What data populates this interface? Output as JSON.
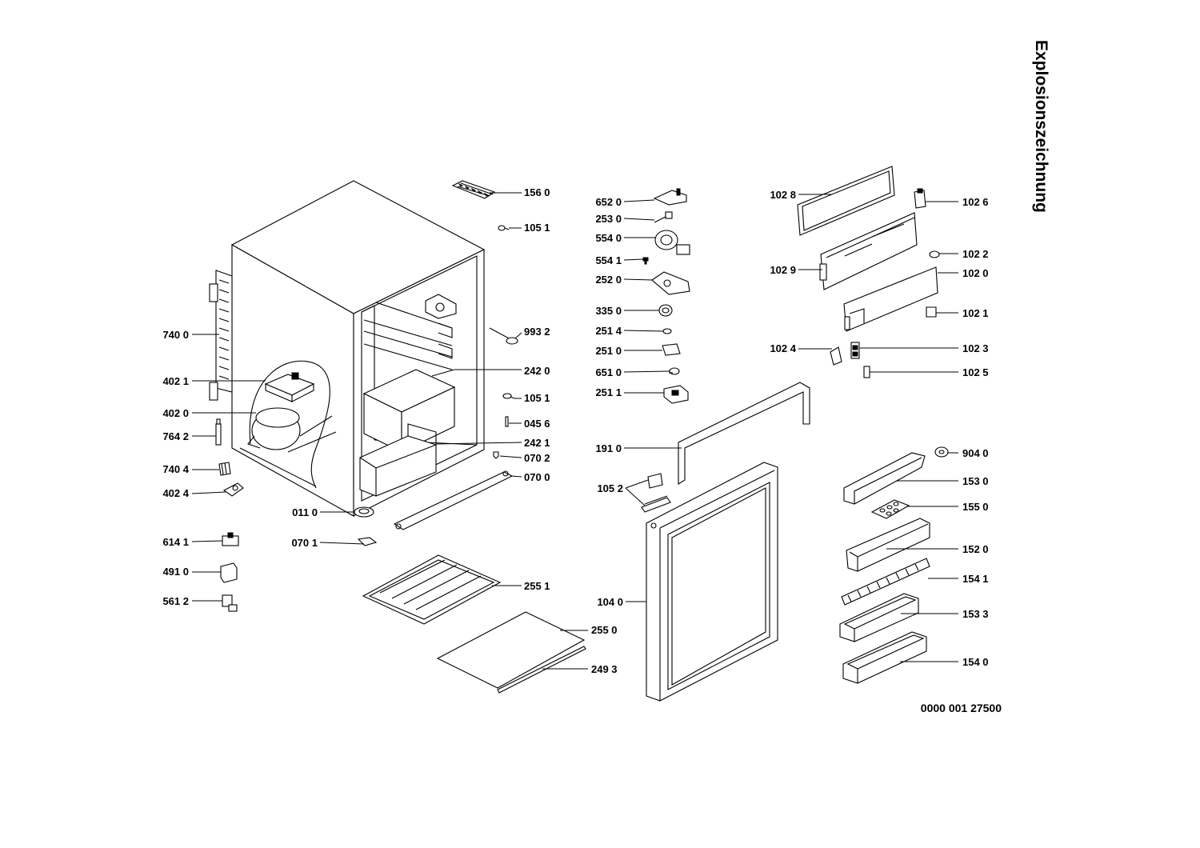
{
  "title": "Explosionszeichnung",
  "document_number": "0000 001 27500",
  "parts": [
    {
      "id": "p1560",
      "label": "156 0"
    },
    {
      "id": "p1051a",
      "label": "105 1"
    },
    {
      "id": "p7400",
      "label": "740 0"
    },
    {
      "id": "p9932",
      "label": "993 2"
    },
    {
      "id": "p4021",
      "label": "402 1"
    },
    {
      "id": "p2420",
      "label": "242 0"
    },
    {
      "id": "p4020",
      "label": "402 0"
    },
    {
      "id": "p1051b",
      "label": "105 1"
    },
    {
      "id": "p7642",
      "label": "764 2"
    },
    {
      "id": "p0456",
      "label": "045 6"
    },
    {
      "id": "p2421",
      "label": "242 1"
    },
    {
      "id": "p7404",
      "label": "740 4"
    },
    {
      "id": "p0702",
      "label": "070 2"
    },
    {
      "id": "p0700",
      "label": "070 0"
    },
    {
      "id": "p4024",
      "label": "402 4"
    },
    {
      "id": "p0110",
      "label": "011 0"
    },
    {
      "id": "p6141",
      "label": "614 1"
    },
    {
      "id": "p0701",
      "label": "070 1"
    },
    {
      "id": "p4910",
      "label": "491 0"
    },
    {
      "id": "p2551",
      "label": "255 1"
    },
    {
      "id": "p5612",
      "label": "561 2"
    },
    {
      "id": "p2550",
      "label": "255 0"
    },
    {
      "id": "p2493",
      "label": "249 3"
    },
    {
      "id": "p6520",
      "label": "652 0"
    },
    {
      "id": "p2530",
      "label": "253 0"
    },
    {
      "id": "p5540",
      "label": "554 0"
    },
    {
      "id": "p5541",
      "label": "554 1"
    },
    {
      "id": "p2520",
      "label": "252 0"
    },
    {
      "id": "p3350",
      "label": "335 0"
    },
    {
      "id": "p2514",
      "label": "251 4"
    },
    {
      "id": "p2510",
      "label": "251 0"
    },
    {
      "id": "p6510",
      "label": "651 0"
    },
    {
      "id": "p2511",
      "label": "251 1"
    },
    {
      "id": "p1910",
      "label": "191 0"
    },
    {
      "id": "p1052",
      "label": "105 2"
    },
    {
      "id": "p1040",
      "label": "104 0"
    },
    {
      "id": "p1028",
      "label": "102 8"
    },
    {
      "id": "p1026",
      "label": "102 6"
    },
    {
      "id": "p1022",
      "label": "102 2"
    },
    {
      "id": "p1029",
      "label": "102 9"
    },
    {
      "id": "p1020",
      "label": "102 0"
    },
    {
      "id": "p1021",
      "label": "102 1"
    },
    {
      "id": "p1024",
      "label": "102 4"
    },
    {
      "id": "p1023",
      "label": "102 3"
    },
    {
      "id": "p1025",
      "label": "102 5"
    },
    {
      "id": "p9040",
      "label": "904 0"
    },
    {
      "id": "p1530",
      "label": "153 0"
    },
    {
      "id": "p1550",
      "label": "155 0"
    },
    {
      "id": "p1520",
      "label": "152 0"
    },
    {
      "id": "p1541",
      "label": "154 1"
    },
    {
      "id": "p1533",
      "label": "153 3"
    },
    {
      "id": "p1540",
      "label": "154 0"
    }
  ]
}
